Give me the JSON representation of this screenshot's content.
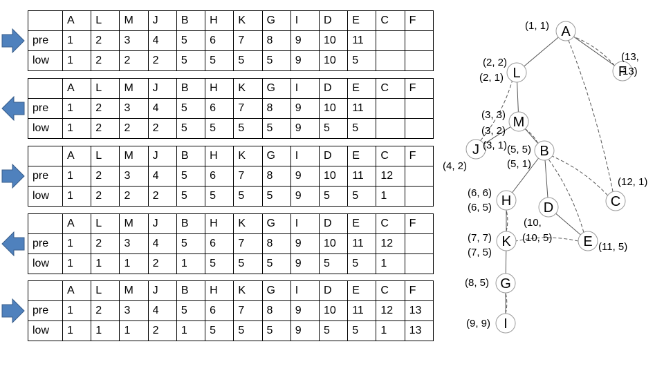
{
  "tables": [
    {
      "direction": "right",
      "header": [
        "A",
        "L",
        "M",
        "J",
        "B",
        "H",
        "K",
        "G",
        "I",
        "D",
        "E",
        "C",
        "F"
      ],
      "rows": [
        {
          "label": "pre",
          "cells": [
            "1",
            "2",
            "3",
            "4",
            "5",
            "6",
            "7",
            "8",
            "9",
            "10",
            "11",
            "",
            ""
          ]
        },
        {
          "label": "low",
          "cells": [
            "1",
            "2",
            "2",
            "2",
            "5",
            "5",
            "5",
            "5",
            "9",
            "10",
            "5",
            "",
            ""
          ]
        }
      ]
    },
    {
      "direction": "left",
      "header": [
        "A",
        "L",
        "M",
        "J",
        "B",
        "H",
        "K",
        "G",
        "I",
        "D",
        "E",
        "C",
        "F"
      ],
      "rows": [
        {
          "label": "pre",
          "cells": [
            "1",
            "2",
            "3",
            "4",
            "5",
            "6",
            "7",
            "8",
            "9",
            "10",
            "11",
            "",
            ""
          ]
        },
        {
          "label": "low",
          "cells": [
            "1",
            "2",
            "2",
            "2",
            "5",
            "5",
            "5",
            "5",
            "9",
            "5",
            "5",
            "",
            ""
          ]
        }
      ]
    },
    {
      "direction": "right",
      "header": [
        "A",
        "L",
        "M",
        "J",
        "B",
        "H",
        "K",
        "G",
        "I",
        "D",
        "E",
        "C",
        "F"
      ],
      "rows": [
        {
          "label": "pre",
          "cells": [
            "1",
            "2",
            "3",
            "4",
            "5",
            "6",
            "7",
            "8",
            "9",
            "10",
            "11",
            "12",
            ""
          ]
        },
        {
          "label": "low",
          "cells": [
            "1",
            "2",
            "2",
            "2",
            "5",
            "5",
            "5",
            "5",
            "9",
            "5",
            "5",
            "1",
            ""
          ]
        }
      ]
    },
    {
      "direction": "left",
      "header": [
        "A",
        "L",
        "M",
        "J",
        "B",
        "H",
        "K",
        "G",
        "I",
        "D",
        "E",
        "C",
        "F"
      ],
      "rows": [
        {
          "label": "pre",
          "cells": [
            "1",
            "2",
            "3",
            "4",
            "5",
            "6",
            "7",
            "8",
            "9",
            "10",
            "11",
            "12",
            ""
          ]
        },
        {
          "label": "low",
          "cells": [
            "1",
            "1",
            "1",
            "2",
            "1",
            "5",
            "5",
            "5",
            "9",
            "5",
            "5",
            "1",
            ""
          ]
        }
      ]
    },
    {
      "direction": "right",
      "header": [
        "A",
        "L",
        "M",
        "J",
        "B",
        "H",
        "K",
        "G",
        "I",
        "D",
        "E",
        "C",
        "F"
      ],
      "rows": [
        {
          "label": "pre",
          "cells": [
            "1",
            "2",
            "3",
            "4",
            "5",
            "6",
            "7",
            "8",
            "9",
            "10",
            "11",
            "12",
            "13"
          ]
        },
        {
          "label": "low",
          "cells": [
            "1",
            "1",
            "1",
            "2",
            "1",
            "5",
            "5",
            "5",
            "9",
            "5",
            "5",
            "1",
            "13"
          ]
        }
      ]
    }
  ],
  "tree": {
    "nodes": [
      {
        "id": "A",
        "label": "A",
        "annot": [
          "(1, 1)"
        ]
      },
      {
        "id": "L",
        "label": "L",
        "annot": [
          "(2, 2)",
          "(2, 1)"
        ]
      },
      {
        "id": "F",
        "label": "F",
        "annot": [
          "(13,",
          "13)"
        ]
      },
      {
        "id": "M",
        "label": "M",
        "annot": [
          "(3, 3)",
          "(3, 2)",
          "(3, 1)"
        ]
      },
      {
        "id": "J",
        "label": "J",
        "annot": [
          "(4, 2)"
        ]
      },
      {
        "id": "B",
        "label": "B",
        "annot": [
          "(5, 5)",
          "(5, 1)"
        ]
      },
      {
        "id": "C",
        "label": "C",
        "annot": [
          "(12, 1)"
        ]
      },
      {
        "id": "H",
        "label": "H",
        "annot": [
          "(6, 6)",
          "(6, 5)"
        ]
      },
      {
        "id": "D",
        "label": "D",
        "annot": [
          "(10,",
          "(10, 5)"
        ]
      },
      {
        "id": "E",
        "label": "E",
        "annot": [
          "(11, 5)"
        ]
      },
      {
        "id": "K",
        "label": "K",
        "annot": [
          "(7, 7)",
          "(7, 5)"
        ]
      },
      {
        "id": "G",
        "label": "G",
        "annot": [
          "(8, 5)"
        ]
      },
      {
        "id": "I",
        "label": "I",
        "annot": [
          "(9, 9)"
        ]
      }
    ],
    "tree_edges": [
      [
        "A",
        "L"
      ],
      [
        "L",
        "M"
      ],
      [
        "M",
        "J"
      ],
      [
        "M",
        "B"
      ],
      [
        "B",
        "H"
      ],
      [
        "B",
        "D"
      ],
      [
        "D",
        "E"
      ],
      [
        "H",
        "K"
      ],
      [
        "K",
        "G"
      ],
      [
        "G",
        "I"
      ],
      [
        "A",
        "F"
      ]
    ],
    "back_edges": [
      [
        "F",
        "A"
      ],
      [
        "C",
        "A"
      ],
      [
        "J",
        "L"
      ],
      [
        "B",
        "M"
      ],
      [
        "C",
        "B"
      ],
      [
        "E",
        "K"
      ],
      [
        "E",
        "B"
      ],
      [
        "K",
        "H"
      ],
      [
        "I",
        "G"
      ]
    ],
    "colors": {
      "node_stroke": "#9a9a9a",
      "edge": "#555555",
      "arrow_fill": "#4f81bd",
      "arrow_stroke": "#385d8a"
    }
  }
}
